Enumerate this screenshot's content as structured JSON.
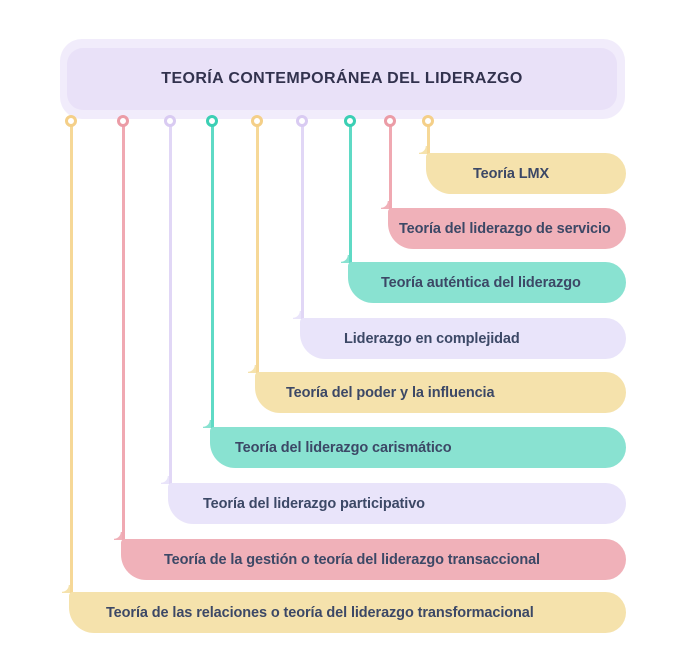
{
  "title": {
    "label": "TEORÍA CONTEMPORÁNEA DEL LIDERAZGO"
  },
  "items": [
    {
      "label": "Teoría LMX",
      "color": "yellow"
    },
    {
      "label": "Teoría del liderazgo de servicio",
      "color": "pink"
    },
    {
      "label": "Teoría auténtica del liderazgo",
      "color": "teal"
    },
    {
      "label": "Liderazgo en complejidad",
      "color": "purple"
    },
    {
      "label": "Teoría del poder y la influencia",
      "color": "yellow"
    },
    {
      "label": "Teoría del liderazgo carismático",
      "color": "teal"
    },
    {
      "label": "Teoría del liderazgo participativo",
      "color": "purple"
    },
    {
      "label": "Teoría de la gestión o teoría del liderazgo transaccional",
      "color": "pink"
    },
    {
      "label": "Teoría de las relaciones o teoría del liderazgo transformacional",
      "color": "yellow"
    }
  ],
  "colors": {
    "families": {
      "yellow": {
        "ring": "#F4CF88",
        "line": "#F6D897",
        "bar": "#F5E2AC"
      },
      "pink": {
        "ring": "#EB9CA6",
        "line": "#F0A9B2",
        "bar": "#F0B1B9"
      },
      "teal": {
        "ring": "#3BCFB4",
        "line": "#5FDAC5",
        "bar": "#89E2D1"
      },
      "purple": {
        "ring": "#D9CBF2",
        "line": "#E1D7F6",
        "bar": "#E9E4FA"
      }
    },
    "title_halo": "#F1ECFB",
    "title_box": "#E9E1F8",
    "title_text": "#32324E",
    "bar_text": "#3C4866",
    "background": "#FFFFFF"
  }
}
